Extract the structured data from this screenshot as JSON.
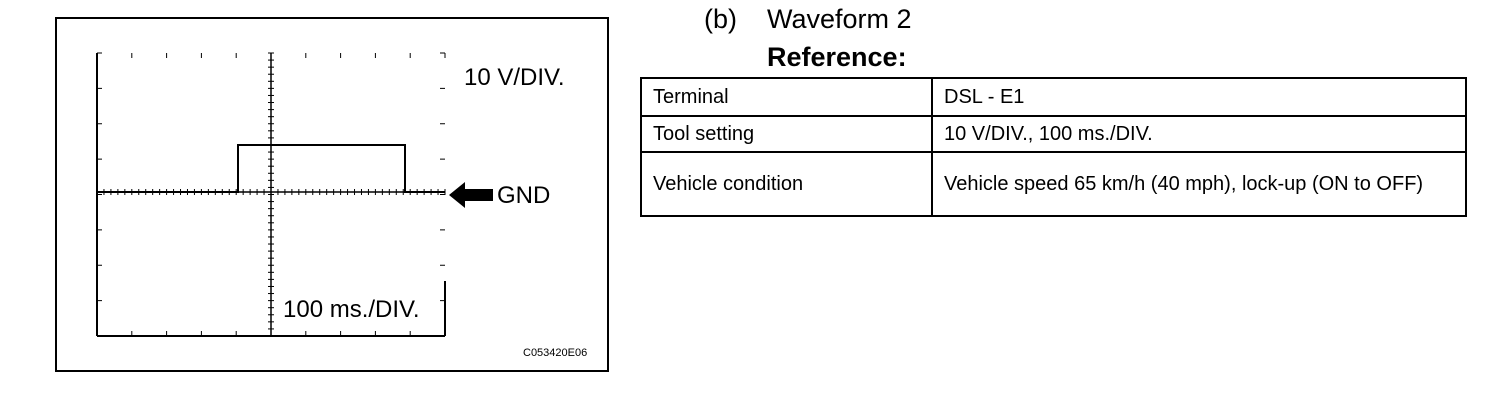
{
  "figure": {
    "vdiv_label": "10 V/DIV.",
    "tdiv_label": "100 ms./DIV.",
    "gnd_label": "GND",
    "figure_id": "C053420E06"
  },
  "heading": {
    "step": "(b)",
    "title": "Waveform 2",
    "subtitle": "Reference:"
  },
  "reference_table": {
    "rows": [
      {
        "key": "Terminal",
        "value": "DSL - E1"
      },
      {
        "key": "Tool setting",
        "value": "10 V/DIV., 100 ms./DIV."
      },
      {
        "key": "Vehicle condition",
        "value": "Vehicle speed 65 km/h (40 mph), lock-up (ON to OFF)"
      }
    ]
  }
}
